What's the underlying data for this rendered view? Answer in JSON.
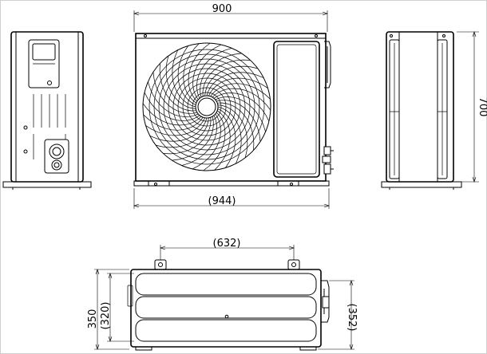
{
  "dimensions": {
    "front_width": "900",
    "front_base_width": "(944)",
    "side_height": "700",
    "top_mount_spacing": "(632)",
    "top_depth_outer": "350",
    "top_depth_inner": "(320)",
    "top_depth_feet": "(352)"
  }
}
